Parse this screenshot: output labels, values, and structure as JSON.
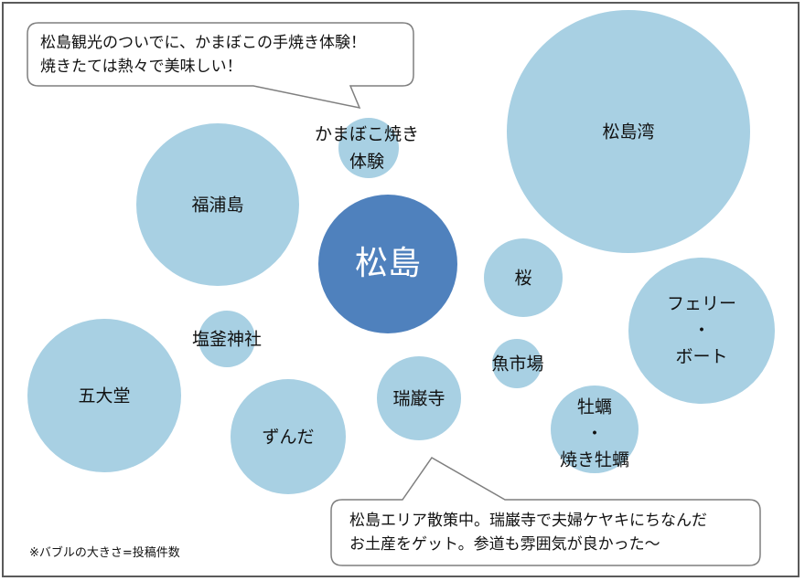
{
  "colors": {
    "bubble_light": "#a8d0e3",
    "bubble_main": "#4f81bd",
    "frame_border": "#5a5a5a",
    "callout_border": "#7f7f7f"
  },
  "center": {
    "label": "松島"
  },
  "bubbles": [
    {
      "id": "matsushima-bay",
      "lines": [
        "松島湾"
      ]
    },
    {
      "id": "fukuurajima",
      "lines": [
        "福浦島"
      ]
    },
    {
      "id": "godaido",
      "lines": [
        "五大堂"
      ]
    },
    {
      "id": "zunda",
      "lines": [
        "ずんだ"
      ]
    },
    {
      "id": "ferry-boat",
      "lines": [
        "フェリー",
        "・",
        "ボート"
      ]
    },
    {
      "id": "oyster",
      "lines": [
        "牡蠣",
        "・",
        "焼き牡蠣"
      ]
    },
    {
      "id": "zuiganji",
      "lines": [
        "瑞巌寺"
      ]
    },
    {
      "id": "sakura",
      "lines": [
        "桜"
      ]
    },
    {
      "id": "kamaboko",
      "lines": [
        "かまぼこ焼き",
        "体験"
      ]
    },
    {
      "id": "shiogama-shrine",
      "lines": [
        "塩釜神社"
      ]
    },
    {
      "id": "fish-market",
      "lines": [
        "魚市場"
      ]
    }
  ],
  "callouts": {
    "top": {
      "lines": [
        "松島観光のついでに、かまぼこの手焼き体験！",
        "焼きたては熱々で美味しい！"
      ]
    },
    "bottom": {
      "lines": [
        "松島エリア散策中。瑞巌寺で夫婦ケヤキにちなんだ",
        "お土産をゲット。参道も雰囲気が良かった～"
      ]
    }
  },
  "note": "※バブルの大きさ=投稿件数"
}
